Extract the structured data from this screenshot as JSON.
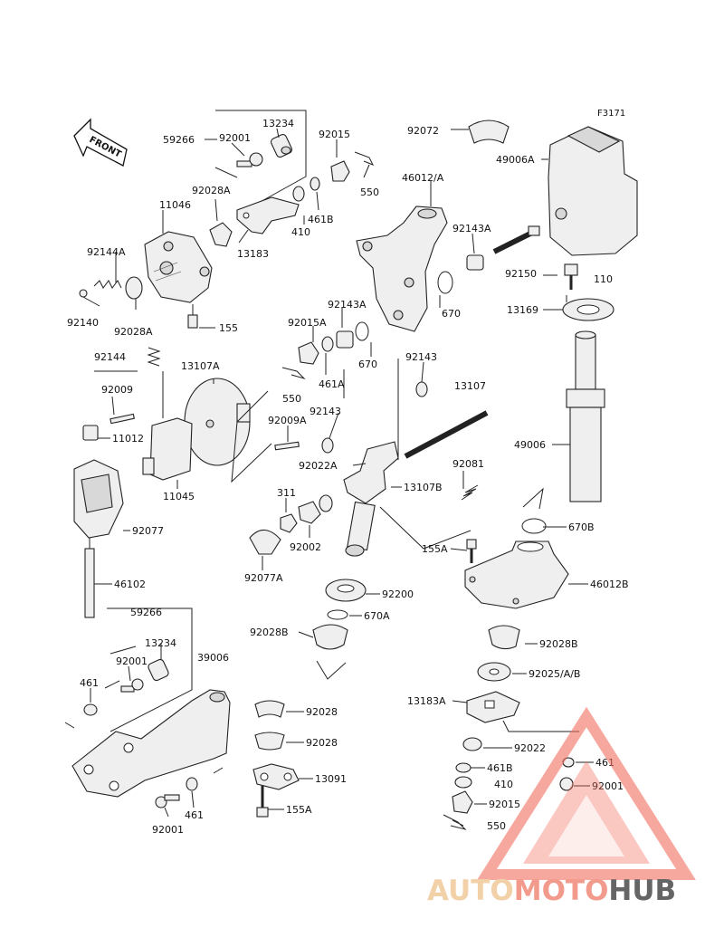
{
  "diagram_code": "F3171",
  "front_arrow": "FRONT",
  "labels": {
    "59266_top": "59266",
    "92001_top": "92001",
    "13234_top": "13234",
    "92015_top": "92015",
    "92072": "92072",
    "49006A": "49006A",
    "550_top": "550",
    "46012A": "46012/A",
    "92028A_top": "92028A",
    "11046": "11046",
    "410_top": "410",
    "461B_top": "461B",
    "13183": "13183",
    "92143A_top": "92143A",
    "92150": "92150",
    "110": "110",
    "92144A": "92144A",
    "92140": "92140",
    "92028A_mid": "92028A",
    "670_a": "670",
    "13169": "13169",
    "155_top": "155",
    "92143A_mid": "92143A",
    "92015A": "92015A",
    "670_b": "670",
    "92144": "92144",
    "13107A": "13107A",
    "461A": "461A",
    "92143_a": "92143",
    "550_mid": "550",
    "13107": "13107",
    "92009": "92009",
    "11012": "11012",
    "92009A": "92009A",
    "92143_b": "92143",
    "49006": "49006",
    "92022A": "92022A",
    "92081": "92081",
    "11045": "11045",
    "13107B": "13107B",
    "311": "311",
    "92077": "92077",
    "92002": "92002",
    "670B": "670B",
    "155A_a": "155A",
    "46012B": "46012B",
    "46102": "46102",
    "92077A": "92077A",
    "92200": "92200",
    "670A": "670A",
    "59266_bot": "59266",
    "92028B_a": "92028B",
    "92028B_b": "92028B",
    "13234_bot": "13234",
    "39006": "39006",
    "92001_mid": "92001",
    "92025AB": "92025/A/B",
    "461_left": "461",
    "13183A": "13183A",
    "92028_a": "92028",
    "92028_b": "92028",
    "92022": "92022",
    "461_right": "461",
    "461B_bot": "461B",
    "92001_right": "92001",
    "13091": "13091",
    "410_bot": "410",
    "92015_bot": "92015",
    "461_bot": "461",
    "155A_b": "155A",
    "550_bot": "550",
    "92001_bot": "92001"
  },
  "watermark": {
    "part1": "AUTO",
    "part2": "MOTO",
    "part3": "HUB",
    "color_auto": "#f0c89a",
    "color_moto": "#f08a7a",
    "color_hub": "#4b4b4b",
    "triangle_color": "#f26d5e"
  }
}
